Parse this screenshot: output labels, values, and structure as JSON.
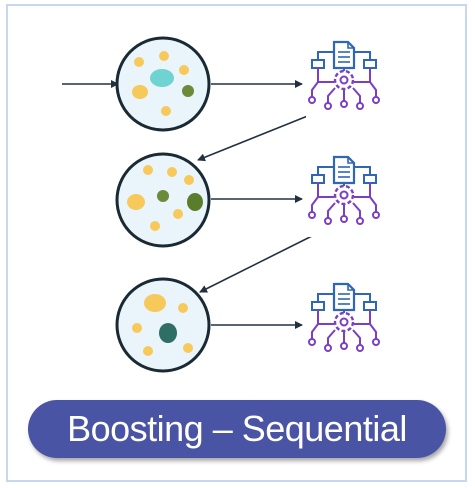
{
  "title": "Boosting – Sequential",
  "colors": {
    "banner": "#4a54a4",
    "banner_text": "#ffffff",
    "frame_border": "#c7d8ee",
    "circle_fill": "#e9f4fb",
    "circle_stroke": "#1a2a33",
    "arrow": "#223042",
    "dot_yellow": "#f7c95a",
    "dot_green_light": "#6b8a3a",
    "dot_green_dark": "#3d6b2c",
    "dot_teal": "#6fd3d2",
    "dot_teal_dark": "#2f6e64",
    "model_blue": "#2f66b5",
    "model_purple": "#7a3fc4"
  },
  "icons": [
    "data-sample-circle",
    "model-icon",
    "arrow"
  ]
}
